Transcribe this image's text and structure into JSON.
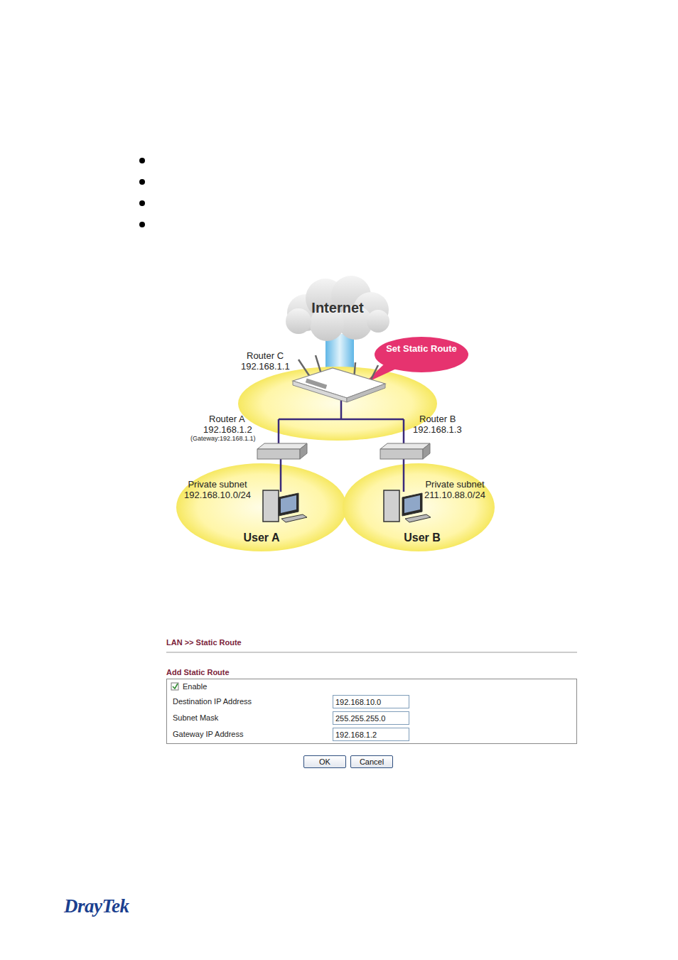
{
  "diagram": {
    "nodes": [
      {
        "text": [
          "Internet"
        ]
      },
      {
        "text": [
          "Set Static Route"
        ]
      },
      {
        "text": [
          "Private subnet 192.168.10.0/24",
          "User A"
        ]
      },
      {
        "text": [
          "Private subnet 211.10.88.0/24",
          "User B"
        ]
      },
      {
        "text": [
          "Add Static Route"
        ]
      },
      {
        "text": [
          "192.168.10.0"
        ],
        "in": 4
      },
      {
        "text": [
          "255.255.255.0"
        ],
        "in": 4
      },
      {
        "text": [
          "192.168.1.2"
        ],
        "in": 4
      },
      {
        "text": [
          "OK"
        ]
      },
      {
        "text": [
          "Cancel"
        ]
      }
    ],
    "labels": [
      "Router C",
      "192.168.1.1",
      "Router A",
      "192.168.1.2",
      "(Gateway:192.168.1.1)",
      "Router B",
      "192.168.1.3",
      "LAN >> Static Route",
      "Enable",
      "Destination IP Address",
      "Subnet Mask",
      "Gateway IP Address",
      "DrayTek"
    ]
  }
}
